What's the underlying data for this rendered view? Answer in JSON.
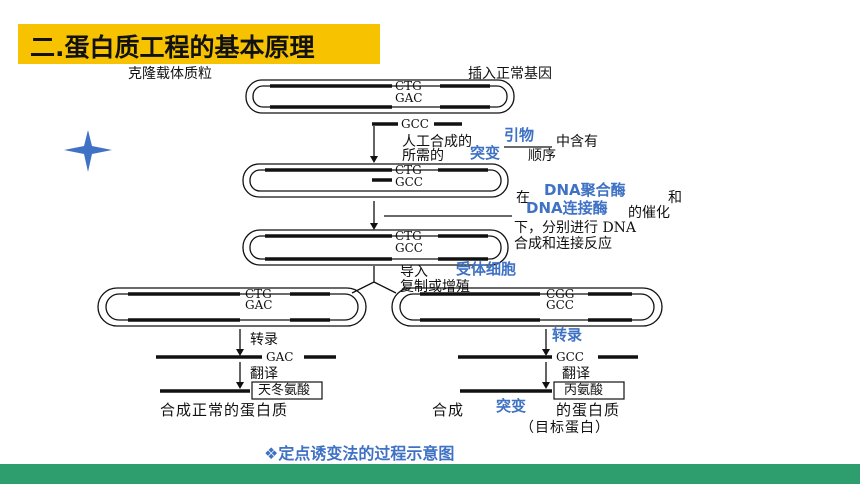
{
  "title": "二.蛋白质工程的基本原理",
  "caption": "❖定点诱变法的过程示意图",
  "labels": {
    "plasmid": "克隆载体质粒",
    "insert_gene": "插入正常基因",
    "primer_line1_prefix": "人工合成的",
    "primer_line1_suffix": "中含有",
    "primer_line2_prefix": "所需的",
    "primer_line2_suffix": "顺序",
    "enzyme_in": "在",
    "enzyme_and": "和",
    "enzyme_catalysis": "的催化",
    "enzyme_line3": "下，分别进行 DNA",
    "enzyme_line4": "合成和连接反应",
    "import": "导入",
    "replicate": "复制或增殖",
    "transcribe_left": "转录",
    "translate_left": "翻译",
    "translate_right": "翻译",
    "product_left": "天冬氨酸",
    "product_right": "丙氨酸",
    "normal_protein": "合成正常的蛋白质",
    "synth_prefix": "合成",
    "synth_suffix": "的蛋白质",
    "target_protein": "（目标蛋白）"
  },
  "sequences": {
    "p1_top": "CTG",
    "p1_bottom": "GAC",
    "primer": "GCC",
    "p2_top": "CTG",
    "p2_bottom": "GCC",
    "p3_top": "CTG",
    "p3_bottom": "GCC",
    "p4_top": "CTG",
    "p4_bottom": "GAC",
    "p5_top": "CGG",
    "p5_bottom": "GCC",
    "mrna_left": "GAC",
    "mrna_right": "GCC"
  },
  "answers": {
    "primer": "引物",
    "mutation_1": "突变",
    "enzyme_1": "DNA聚合酶",
    "enzyme_2": "DNA连接酶",
    "recipient": "受体细胞",
    "transcription": "转录",
    "mutation_2": "突变"
  },
  "colors": {
    "title_bar": "#f7c300",
    "answer_blue": "#3f72c4",
    "footer": "#2f9e6e",
    "star": "#3f72c4"
  }
}
